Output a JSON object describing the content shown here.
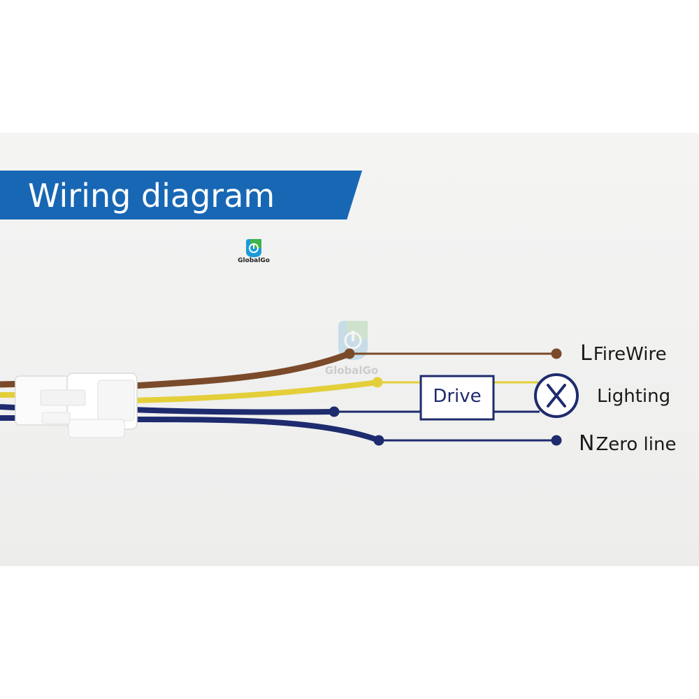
{
  "header": {
    "title": "Wiring diagram"
  },
  "logo": {
    "brand": "GlobalGo",
    "icon": "globalgo-logo-icon"
  },
  "watermark": {
    "brand": "GlobalGo"
  },
  "wires": [
    {
      "code": "L",
      "name": "FireWire",
      "color": "#7a4a2a"
    },
    {
      "code": "",
      "name": "Lighting",
      "color": "#e3cf3a"
    },
    {
      "code": "N",
      "name": "Zero line",
      "color": "#1e2b6e"
    }
  ],
  "drive_box": {
    "label": "Drive"
  },
  "lamp_symbol": {
    "icon": "lamp-x-icon"
  },
  "colors": {
    "banner": "#1767b4",
    "brown": "#7a4a2a",
    "yellow": "#e3cf3a",
    "navy": "#1e2b6e"
  }
}
